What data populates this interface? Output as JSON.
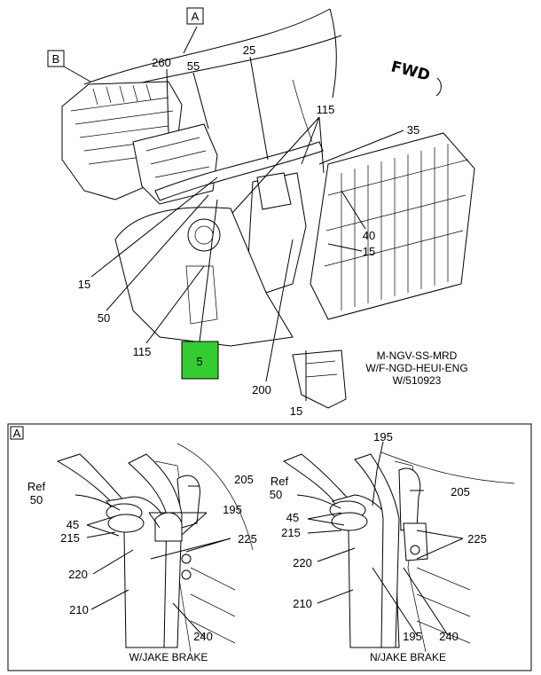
{
  "top_view": {
    "view_tags": {
      "a": "A",
      "b": "B"
    },
    "fwd": "FWD",
    "callouts": {
      "c260": "260",
      "c55": "55",
      "c25": "25",
      "c115_top": "115",
      "c35": "35",
      "c40": "40",
      "c15_right": "15",
      "c15_left": "15",
      "c50": "50",
      "c115_bottom": "115",
      "c5": "5",
      "c200": "200",
      "c15_bottom": "15"
    },
    "model_note": [
      "M-NGV-SS-MRD",
      "W/F-NGD-HEUI-ENG",
      "W/510923"
    ],
    "highlight_color": "#33cc33"
  },
  "detail_view": {
    "tag": "A",
    "left": {
      "caption": "W/JAKE BRAKE",
      "ref": "Ref",
      "c50": "50",
      "c205": "205",
      "c195": "195",
      "c45": "45",
      "c215": "215",
      "c225": "225",
      "c220": "220",
      "c210": "210",
      "c240": "240"
    },
    "right": {
      "caption": "N/JAKE BRAKE",
      "c195_top": "195",
      "ref": "Ref",
      "c50": "50",
      "c205": "205",
      "c45": "45",
      "c215": "215",
      "c225": "225",
      "c220": "220",
      "c210": "210",
      "c195_bottom": "195",
      "c240": "240"
    }
  }
}
